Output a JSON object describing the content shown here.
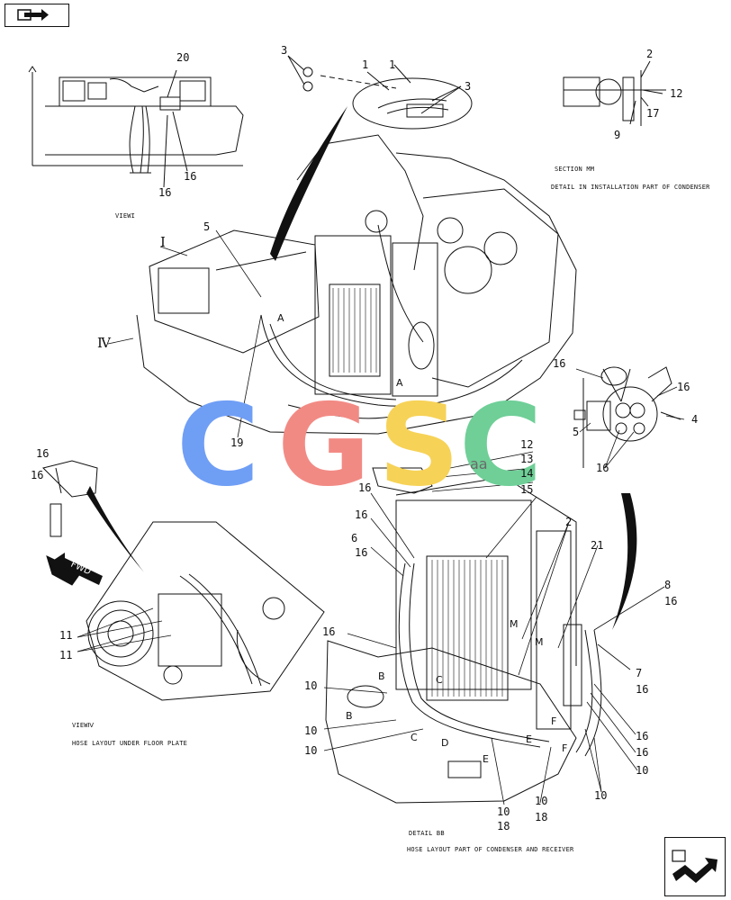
{
  "colors": {
    "line": "#111111",
    "watermark_blue": "#6f9ef5",
    "watermark_red": "#f28a84",
    "watermark_yellow": "#f6d257",
    "watermark_green": "#6fcf97",
    "watermark_gray": "#6a6a6a"
  },
  "icons": {
    "top_nav": "book-arrow-icon",
    "bottom_nav": "next-page-arrow-icon"
  },
  "watermark": {
    "letters": [
      "C",
      "G",
      "S",
      "C"
    ],
    "suffix": "aa"
  },
  "views": {
    "view_i_caption": "VIEWI",
    "view_iv_caption": "VIEWⅣ",
    "view_iv_desc": "HOSE LAYOUT UNDER FLOOR PLATE",
    "section_mm_caption": "SECTION MM",
    "section_mm_desc": "DETAIL IN INSTALLATION PART OF CONDENSER",
    "detail_bb_caption": "DETAIL BB",
    "detail_bb_desc": "HOSE LAYOUT PART OF CONDENSER AND RECEIVER",
    "fwd_label": "FWD",
    "roman_i": "I",
    "roman_iv": "Ⅳ"
  },
  "callouts": [
    {
      "id": "c20",
      "text": "20"
    },
    {
      "id": "c16a",
      "text": "16"
    },
    {
      "id": "c16b",
      "text": "16"
    },
    {
      "id": "c3a",
      "text": "3"
    },
    {
      "id": "c1a",
      "text": "1"
    },
    {
      "id": "c1b",
      "text": "1"
    },
    {
      "id": "c3b",
      "text": "3"
    },
    {
      "id": "c2a",
      "text": "2"
    },
    {
      "id": "c12a",
      "text": "12"
    },
    {
      "id": "c17",
      "text": "17"
    },
    {
      "id": "c9",
      "text": "9"
    },
    {
      "id": "c5a",
      "text": "5"
    },
    {
      "id": "c19",
      "text": "19"
    },
    {
      "id": "c16c",
      "text": "16"
    },
    {
      "id": "c16d",
      "text": "16"
    },
    {
      "id": "c4",
      "text": "4"
    },
    {
      "id": "c5b",
      "text": "5"
    },
    {
      "id": "c16e",
      "text": "16"
    },
    {
      "id": "c12b",
      "text": "12"
    },
    {
      "id": "c13",
      "text": "13"
    },
    {
      "id": "c14",
      "text": "14"
    },
    {
      "id": "c15",
      "text": "15"
    },
    {
      "id": "c16f",
      "text": "16"
    },
    {
      "id": "c16g",
      "text": "16"
    },
    {
      "id": "c16h",
      "text": "16"
    },
    {
      "id": "c16i",
      "text": "16"
    },
    {
      "id": "c6",
      "text": "6"
    },
    {
      "id": "c16j",
      "text": "16"
    },
    {
      "id": "c2b",
      "text": "2"
    },
    {
      "id": "c21",
      "text": "21"
    },
    {
      "id": "c8",
      "text": "8"
    },
    {
      "id": "c16k",
      "text": "16"
    },
    {
      "id": "c11a",
      "text": "11"
    },
    {
      "id": "c11b",
      "text": "11"
    },
    {
      "id": "c16l",
      "text": "16"
    },
    {
      "id": "c7",
      "text": "7"
    },
    {
      "id": "c16m",
      "text": "16"
    },
    {
      "id": "c10a",
      "text": "10"
    },
    {
      "id": "c10b",
      "text": "10"
    },
    {
      "id": "c10c",
      "text": "10"
    },
    {
      "id": "c16n",
      "text": "16"
    },
    {
      "id": "c16o",
      "text": "16"
    },
    {
      "id": "c10d",
      "text": "10"
    },
    {
      "id": "c10e",
      "text": "10"
    },
    {
      "id": "c10f",
      "text": "10"
    },
    {
      "id": "c18a",
      "text": "18"
    },
    {
      "id": "c10g",
      "text": "10"
    },
    {
      "id": "c18b",
      "text": "18"
    }
  ],
  "letters": [
    {
      "id": "lA1",
      "text": "A"
    },
    {
      "id": "lA2",
      "text": "A"
    },
    {
      "id": "lB1",
      "text": "B"
    },
    {
      "id": "lB2",
      "text": "B"
    },
    {
      "id": "lC1",
      "text": "C"
    },
    {
      "id": "lC2",
      "text": "C"
    },
    {
      "id": "lD",
      "text": "D"
    },
    {
      "id": "lE1",
      "text": "E"
    },
    {
      "id": "lE2",
      "text": "E"
    },
    {
      "id": "lF1",
      "text": "F"
    },
    {
      "id": "lF2",
      "text": "F"
    },
    {
      "id": "lM1",
      "text": "M"
    },
    {
      "id": "lM2",
      "text": "M"
    }
  ]
}
